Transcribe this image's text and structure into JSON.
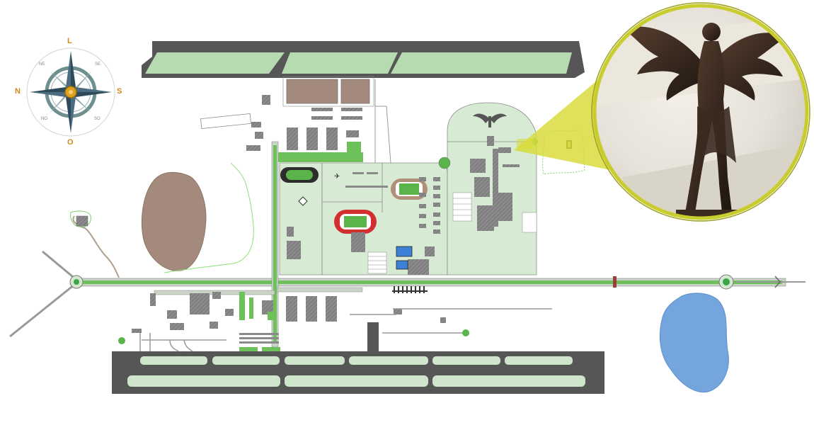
{
  "compass": {
    "north_top": "L",
    "west": "N",
    "east": "S",
    "south_bottom": "O",
    "ne": "NE",
    "se": "SE",
    "no": "NO",
    "so": "SO"
  },
  "colors": {
    "runway": "#565656",
    "field_green": "#cfe6cc",
    "road_green": "#6ec05a",
    "building_gray": "#8a8a8a",
    "pond_brown": "#a48a7c",
    "lake_blue": "#74a5dd",
    "callout_yellow": "#d8dc3c",
    "track_red": "#d23030",
    "track_brown": "#b09078"
  },
  "icons": {
    "compass": "compass-rose-icon",
    "statue": "winged-statue-icon",
    "emblem": "winged-emblem-icon",
    "airplane_marker": "airplane-icon",
    "swimming_pool": "pool-icon"
  }
}
